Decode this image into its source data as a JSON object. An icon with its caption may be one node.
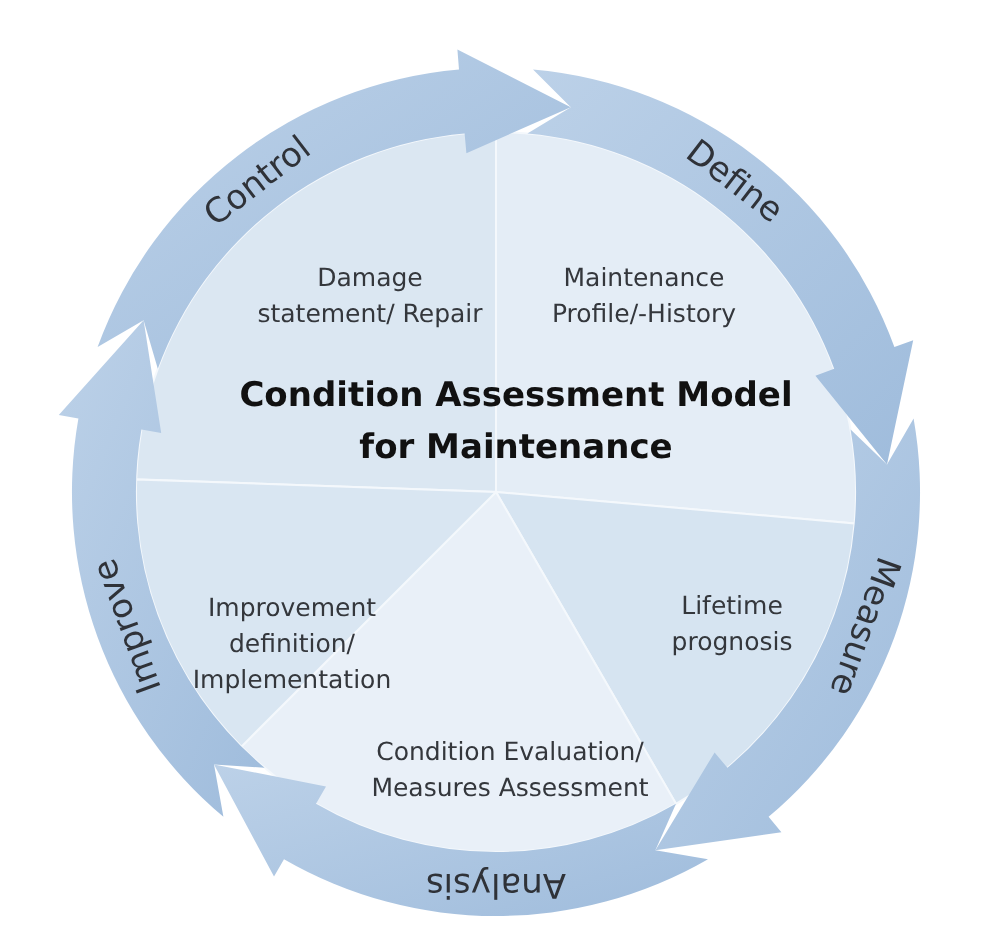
{
  "diagram": {
    "title": "Condition Assessment Model for Maintenance",
    "nodes": [
      {
        "text": [
          "Control"
        ]
      },
      {
        "text": [
          "Define"
        ]
      },
      {
        "text": [
          "Measure"
        ]
      },
      {
        "text": [
          "Analysis"
        ]
      },
      {
        "text": [
          "Improve"
        ]
      },
      {
        "text": [
          "Damage statement/ Repair"
        ]
      },
      {
        "text": [
          "Maintenance Profile/-History"
        ]
      },
      {
        "text": [
          "Lifetime prognosis"
        ]
      },
      {
        "text": [
          "Condition Evaluation/ Measures Assessment"
        ]
      },
      {
        "text": [
          "Improvement definition/ Implementation"
        ]
      }
    ]
  }
}
